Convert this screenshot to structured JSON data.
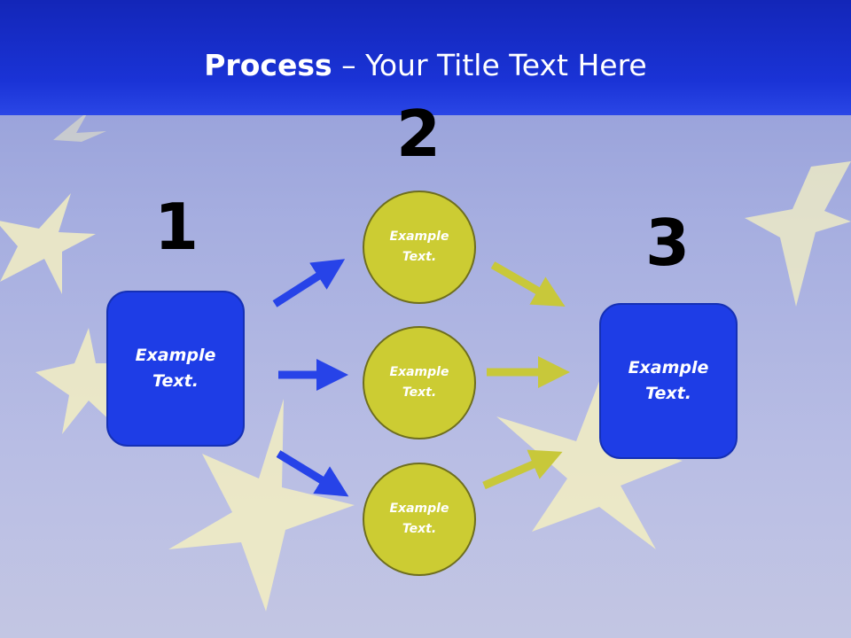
{
  "title": {
    "bold": "Process",
    "rest": " – Your Title Text Here"
  },
  "steps": [
    {
      "number": "1",
      "text": "Example Text."
    },
    {
      "number": "2",
      "items": [
        "Example Text.",
        "Example Text.",
        "Example Text."
      ]
    },
    {
      "number": "3",
      "text": "Example Text."
    }
  ],
  "colors": {
    "header": "#1a33d6",
    "box": "#1e3de6",
    "circle": "#cccc33",
    "arrow_blue": "#2743e8",
    "arrow_yellow": "#c8c83a",
    "star": "#f4efc2"
  }
}
